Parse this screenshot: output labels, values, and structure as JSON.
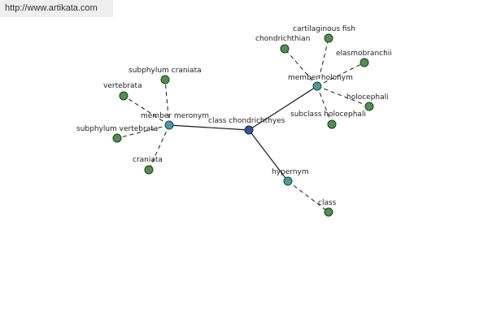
{
  "header": {
    "url": "http://www.artikata.com"
  },
  "graph": {
    "root": {
      "id": "root",
      "label": "class chondrichthyes",
      "type": "root"
    },
    "relations": [
      {
        "id": "meronym",
        "label": "member meronym",
        "type": "relation"
      },
      {
        "id": "holonym",
        "label": "member holonym",
        "type": "relation"
      },
      {
        "id": "hypernym",
        "label": "hypernym",
        "type": "relation"
      }
    ],
    "leaves": [
      {
        "id": "subphylum-craniata",
        "label": "subphylum craniata",
        "parent": "meronym"
      },
      {
        "id": "vertebrata",
        "label": "vertebrata",
        "parent": "meronym"
      },
      {
        "id": "subphylum-vertebrata",
        "label": "subphylum vertebrata",
        "parent": "meronym"
      },
      {
        "id": "craniata",
        "label": "craniata",
        "parent": "meronym"
      },
      {
        "id": "cartilaginous-fish",
        "label": "cartilaginous fish",
        "parent": "holonym"
      },
      {
        "id": "chondrichthian",
        "label": "chondrichthian",
        "parent": "holonym"
      },
      {
        "id": "elasmobranchii",
        "label": "elasmobranchii",
        "parent": "holonym"
      },
      {
        "id": "holocephali",
        "label": "holocephali",
        "parent": "holonym"
      },
      {
        "id": "subclass-holocephali",
        "label": "subclass holocephali",
        "parent": "holonym"
      },
      {
        "id": "class",
        "label": "class",
        "parent": "hypernym"
      }
    ],
    "colors": {
      "leaf": "#4f8f4f",
      "relation": "#4e9a9a",
      "root": "#3b4f9c"
    }
  }
}
